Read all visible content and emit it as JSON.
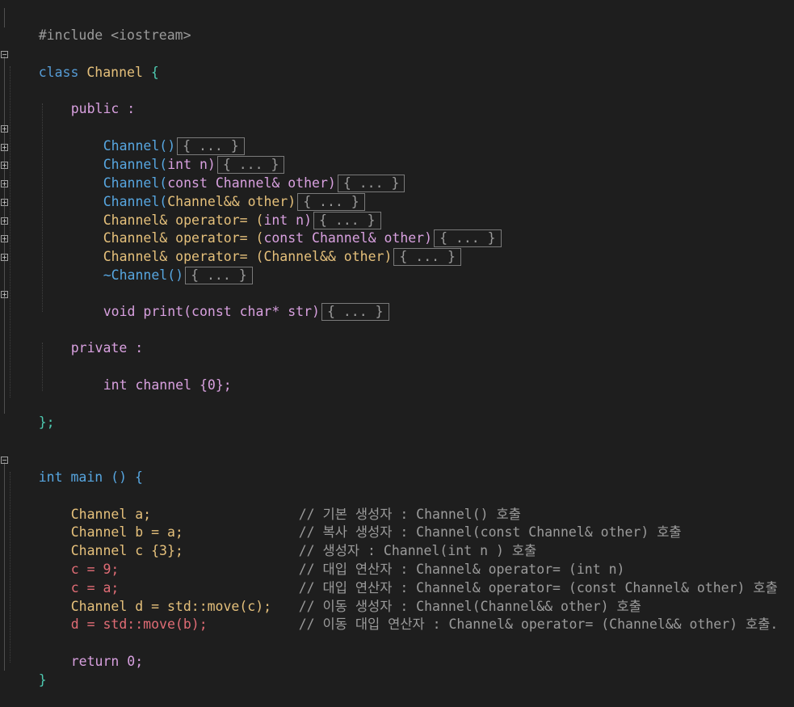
{
  "editor": {
    "include": {
      "directive": "#include",
      "header": "<iostream>"
    },
    "class_decl": {
      "keyword": "class",
      "name": "Channel",
      "open": "{"
    },
    "public_label": "public :",
    "private_label": "private :",
    "collapsed_body": "{ ... }",
    "members": [
      {
        "text_a": "Channel()",
        "text_b": ""
      },
      {
        "text_a": "Channel(",
        "text_b": "int n)"
      },
      {
        "text_a": "Channel(",
        "text_b": "const Channel& other)"
      },
      {
        "text_a": "Channel(",
        "text_b": "Channel&& other)"
      },
      {
        "text_a": "Channel& operator= (",
        "text_b": "int n)"
      },
      {
        "text_a": "Channel& operator= (",
        "text_b": "const Channel& other)"
      },
      {
        "text_a": "Channel& operator= (",
        "text_b": "Channel&& other)"
      },
      {
        "text_a": "~Channel()",
        "text_b": ""
      }
    ],
    "print_decl": "void print(const char* str)",
    "field_decl": "int channel {0};",
    "class_close": "};",
    "main_decl": "int main () {",
    "main_lines": [
      {
        "code": "Channel a;",
        "comment": "// 기본 생성자 : Channel() 호출"
      },
      {
        "code": "Channel b = a;",
        "comment": "// 복사 생성자 : Channel(const Channel& other) 호출"
      },
      {
        "code": "Channel c {3};",
        "comment": "// 생성자 : Channel(int n ) 호출"
      },
      {
        "code": "c = 9;",
        "comment": "// 대입 연산자 : Channel& operator= (int n)"
      },
      {
        "code": "c = a;",
        "comment": "// 대입 연산자 : Channel& operator= (const Channel& other) 호출"
      },
      {
        "code": "Channel d = std::move(c);",
        "comment": "// 이동 생성자 : Channel(Channel&& other) 호출"
      },
      {
        "code": "d = std::move(b);",
        "comment": "// 이동 대입 연산자 : Channel& operator= (Channel&& other) 호출."
      }
    ],
    "return_stmt": "return 0;",
    "main_close": "}"
  }
}
